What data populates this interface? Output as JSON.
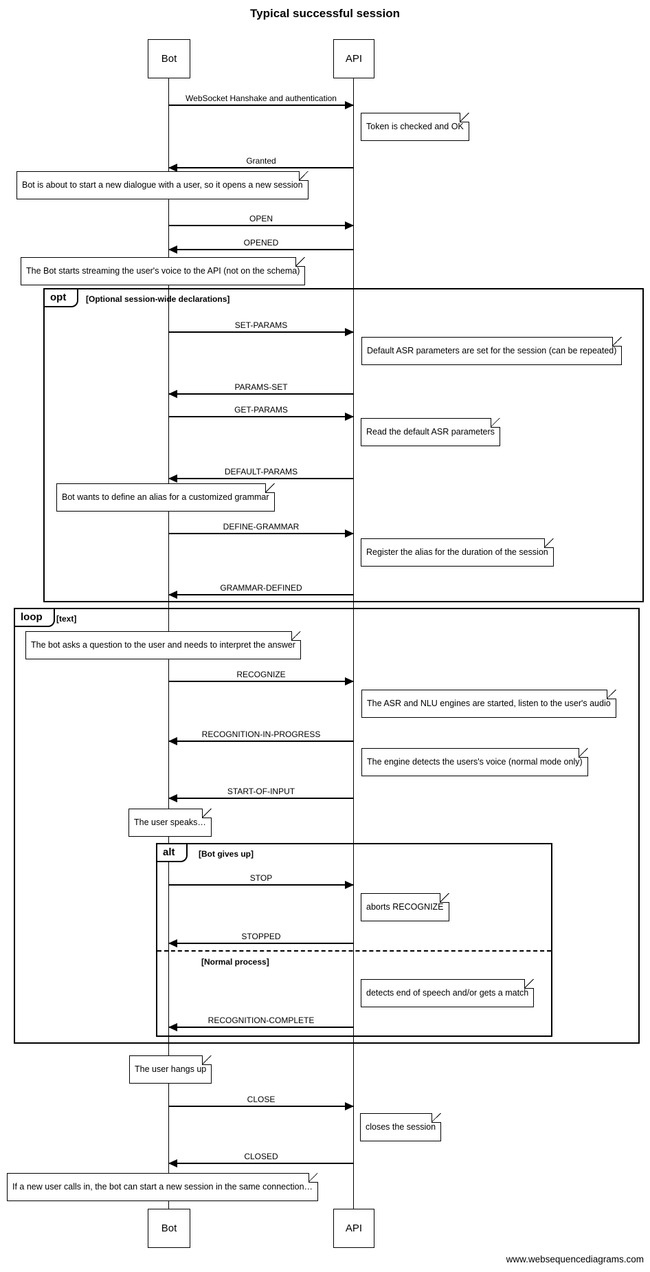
{
  "title": "Typical successful session",
  "actors": {
    "bot": "Bot",
    "api": "API"
  },
  "watermark": "www.websequencediagrams.com",
  "colors": {
    "ink": "#000000",
    "background": "#ffffff"
  },
  "fragments": {
    "opt": {
      "label": "opt",
      "guard": "[Optional session-wide declarations]"
    },
    "loop": {
      "label": "loop",
      "guard": "[text]"
    },
    "alt": {
      "label": "alt",
      "guard": "[Bot gives up]",
      "else_guard": "[Normal process]"
    }
  },
  "messages": [
    {
      "label": "WebSocket Hanshake and authentication",
      "from": "Bot",
      "to": "API"
    },
    {
      "label": "Granted",
      "from": "API",
      "to": "Bot"
    },
    {
      "label": "OPEN",
      "from": "Bot",
      "to": "API"
    },
    {
      "label": "OPENED",
      "from": "API",
      "to": "Bot"
    },
    {
      "label": "SET-PARAMS",
      "from": "Bot",
      "to": "API"
    },
    {
      "label": "PARAMS-SET",
      "from": "API",
      "to": "Bot"
    },
    {
      "label": "GET-PARAMS",
      "from": "Bot",
      "to": "API"
    },
    {
      "label": "DEFAULT-PARAMS",
      "from": "API",
      "to": "Bot"
    },
    {
      "label": "DEFINE-GRAMMAR",
      "from": "Bot",
      "to": "API"
    },
    {
      "label": "GRAMMAR-DEFINED",
      "from": "API",
      "to": "Bot"
    },
    {
      "label": "RECOGNIZE",
      "from": "Bot",
      "to": "API"
    },
    {
      "label": "RECOGNITION-IN-PROGRESS",
      "from": "API",
      "to": "Bot"
    },
    {
      "label": "START-OF-INPUT",
      "from": "API",
      "to": "Bot"
    },
    {
      "label": "STOP",
      "from": "Bot",
      "to": "API"
    },
    {
      "label": "STOPPED",
      "from": "API",
      "to": "Bot"
    },
    {
      "label": "RECOGNITION-COMPLETE",
      "from": "API",
      "to": "Bot"
    },
    {
      "label": "CLOSE",
      "from": "Bot",
      "to": "API"
    },
    {
      "label": "CLOSED",
      "from": "API",
      "to": "Bot"
    }
  ],
  "notes": [
    {
      "text": "Token is checked and OK"
    },
    {
      "text": "Bot is about to start a new dialogue with a user, so it opens a new session"
    },
    {
      "text": "The Bot starts streaming the user's voice to the API (not on the schema)"
    },
    {
      "text": "Default ASR parameters are set for the session (can be repeated)"
    },
    {
      "text": "Read the default ASR parameters"
    },
    {
      "text": "Bot wants to define an alias for a customized grammar"
    },
    {
      "text": "Register the alias for the duration of the session"
    },
    {
      "text": "The bot asks a question to the user and needs to interpret the answer"
    },
    {
      "text": "The ASR and NLU engines are started, listen to the user's audio"
    },
    {
      "text": "The engine detects the users's voice (normal mode only)"
    },
    {
      "text": "The user speaks…"
    },
    {
      "text": "aborts RECOGNIZE"
    },
    {
      "text": "detects end of speech and/or gets a match"
    },
    {
      "text": "The user hangs up"
    },
    {
      "text": "closes the session"
    },
    {
      "text": "If a new user calls in, the bot can start a new session in the same connection…"
    }
  ]
}
